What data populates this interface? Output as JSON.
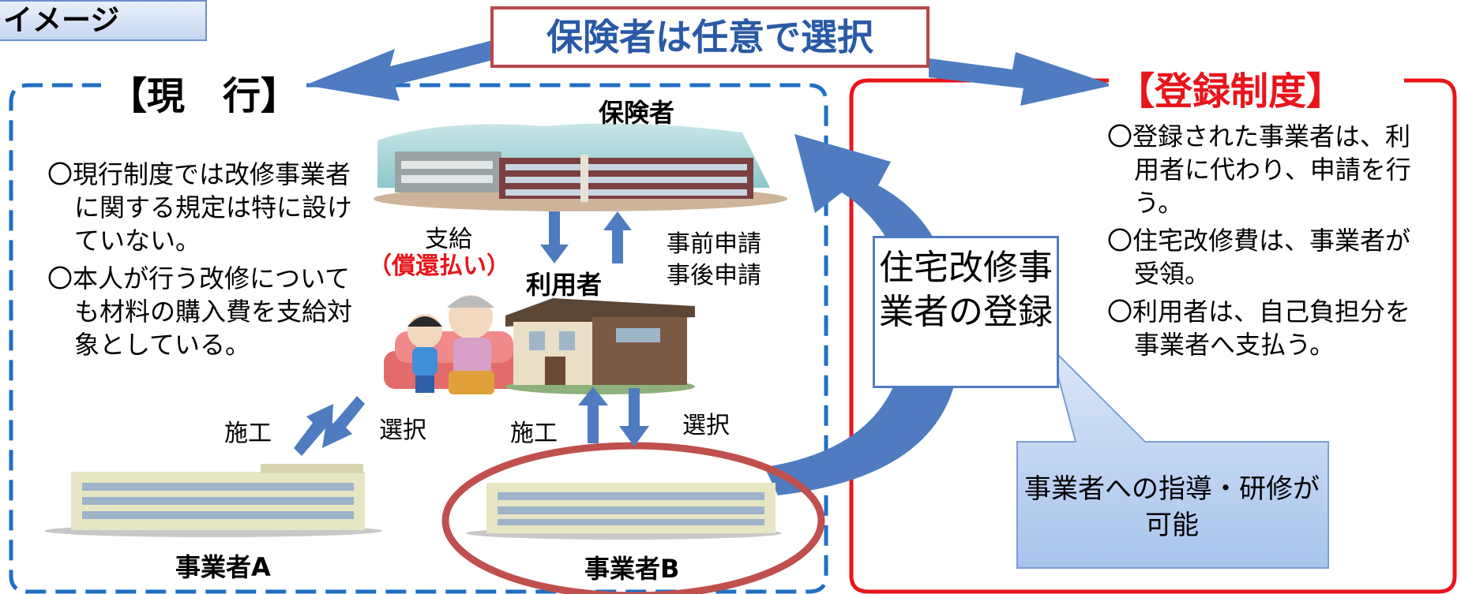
{
  "tag": "イメージ",
  "title": "保険者は任意で選択",
  "current": {
    "heading": "【現　行】",
    "lines": [
      "〇現行制度では改修事業者に関する規定は特に設けていない。",
      "〇本人が行う改修についても材料の購入費を支給対象としている。"
    ],
    "insurer": "保険者",
    "user": "利用者",
    "payment": "支給",
    "payment_note": "（償還払い）",
    "apply_before": "事前申請",
    "apply_after": "事後申請",
    "construct_a": "施工",
    "select_a": "選択",
    "construct_b": "施工",
    "select_b": "選択",
    "business_a": "事業者A",
    "business_b": "事業者B"
  },
  "registration": {
    "heading": "【登録制度】",
    "lines": [
      "〇登録された事業者は、利用者に代わり、申請を行う。",
      "〇住宅改修費は、事業者が受領。",
      "〇利用者は、自己負担分を事業者へ支払う。"
    ],
    "box": "住宅改修事業者の登録",
    "callout": "事業者への指導・研修が可能"
  },
  "colors": {
    "blue": "#4f7cc0",
    "dash": "#1f6fc4",
    "red": "#e8151b",
    "oval": "#c0504d",
    "note_red": "#e8151b"
  }
}
